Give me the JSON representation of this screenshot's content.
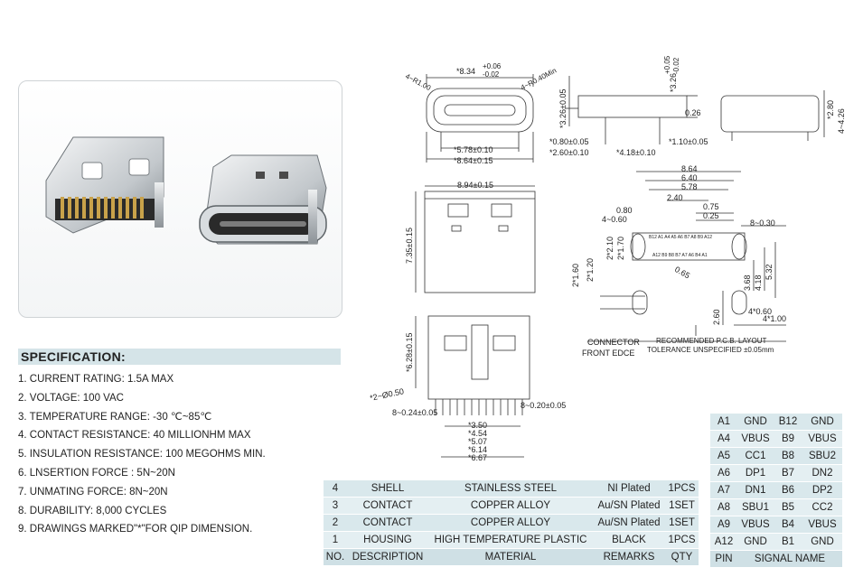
{
  "spec": {
    "title": "SPECIFICATION:",
    "items": [
      "1. CURRENT RATING: 1.5A MAX",
      "2. VOLTAGE: 100 VAC",
      "3. TEMPERATURE RANGE: -30 ℃~85℃",
      "4. CONTACT RESISTANCE: 40 MILLIONHM MAX",
      "5. INSULATION RESISTANCE: 100 MEGOHMS MIN.",
      "6. LNSERTION FORCE : 5N~20N",
      "7. UNMATING FORCE: 8N~20N",
      "8. DURABILITY: 8,000 CYCLES",
      "9. DRAWINGS MARKED\"*\"FOR QIP DIMENSION."
    ]
  },
  "drawing": {
    "d_8_34": "*8.34",
    "d_8_34_tol_up": "+0.06",
    "d_8_34_tol_dn": "-0.02",
    "d_4r1": "4~R1.00",
    "d_4r04": "4~R0.40Min",
    "d_3_26": "*3.26±0.05",
    "d_3_26_side": "*3.26",
    "d_3_26_tol_up": "+0.05",
    "d_3_26_tol_dn": "-0.02",
    "d_0_26": "0.26",
    "d_2_80": "*2.80",
    "d_4_26": "4~4.26",
    "d_5_78_top": "*5.78±0.10",
    "d_8_64_top": "*8.64±0.15",
    "d_0_80_05": "*0.80±0.05",
    "d_2_60_10": "*2.60±0.10",
    "d_4_18_10": "*4.18±0.10",
    "d_1_10_05": "*1.10±0.05",
    "d_8_94": "8.94±0.15",
    "d_7_35": "7.35±0.15",
    "d_6_28": "*6.28±0.15",
    "d_phi": "*2~Ø0.50",
    "d_8_024": "8~0.24±0.05",
    "d_8_020": "8~0.20±0.05",
    "d_3_50": "*3.50",
    "d_4_54": "*4.54",
    "d_5_07": "*5.07",
    "d_6_14": "*6.14",
    "d_6_67": "*6.67",
    "p_8_64": "8.64",
    "p_6_40": "6.40",
    "p_5_78": "5.78",
    "p_2_40": "2.40",
    "p_0_80": "0.80",
    "p_0_75": "0.75",
    "p_0_25": "0.25",
    "p_4_060": "4~0.60",
    "p_8_030": "8~0.30",
    "p_2_10": "2*2.10",
    "p_1_70": "2*1.70",
    "p_1_60": "2*1.60",
    "p_1_20": "2*1.20",
    "p_0_65": "0.65",
    "p_3_68": "3.68",
    "p_4_18": "4.18",
    "p_5_32": "5.32",
    "p_2_60": "2.60",
    "p_4_060b": "4*0.60",
    "p_4_100": "4*1.00",
    "pin_row_top": "B12 A1 A4 A5 A6 B7 A8 B9 A12",
    "pin_row_bot": "A12 B9 B8 B7 A7 A6 B4 A1",
    "note_connector": "CONNECTOR",
    "note_front": "FRONT EDCE",
    "note_recommended": "RECOMMENDED P.C.B. LAYOUT",
    "note_tolerance": "TOLERANCE UNSPECIFIED ±0.05mm"
  },
  "bom": {
    "rows": [
      {
        "no": "4",
        "desc": "SHELL",
        "material": "STAINLESS STEEL",
        "remarks": "NI Plated",
        "qty": "1PCS"
      },
      {
        "no": "3",
        "desc": "CONTACT",
        "material": "COPPER ALLOY",
        "remarks": "Au/SN Plated",
        "qty": "1SET"
      },
      {
        "no": "2",
        "desc": "CONTACT",
        "material": "COPPER ALLOY",
        "remarks": "Au/SN Plated",
        "qty": "1SET"
      },
      {
        "no": "1",
        "desc": "HOUSING",
        "material": "HIGH TEMPERATURE PLASTIC",
        "remarks": "BLACK",
        "qty": "1PCS"
      }
    ],
    "header": {
      "no": "NO.",
      "desc": "DESCRIPTION",
      "material": "MATERIAL",
      "remarks": "REMARKS",
      "qty": "QTY"
    }
  },
  "pins": {
    "rows": [
      {
        "p1": "A1",
        "s1": "GND",
        "p2": "B12",
        "s2": "GND"
      },
      {
        "p1": "A4",
        "s1": "VBUS",
        "p2": "B9",
        "s2": "VBUS"
      },
      {
        "p1": "A5",
        "s1": "CC1",
        "p2": "B8",
        "s2": "SBU2"
      },
      {
        "p1": "A6",
        "s1": "DP1",
        "p2": "B7",
        "s2": "DN2"
      },
      {
        "p1": "A7",
        "s1": "DN1",
        "p2": "B6",
        "s2": "DP2"
      },
      {
        "p1": "A8",
        "s1": "SBU1",
        "p2": "B5",
        "s2": "CC2"
      },
      {
        "p1": "A9",
        "s1": "VBUS",
        "p2": "B4",
        "s2": "VBUS"
      },
      {
        "p1": "A12",
        "s1": "GND",
        "p2": "B1",
        "s2": "GND"
      }
    ],
    "header": {
      "pin": "PIN",
      "signal": "SIGNAL NAME"
    }
  }
}
